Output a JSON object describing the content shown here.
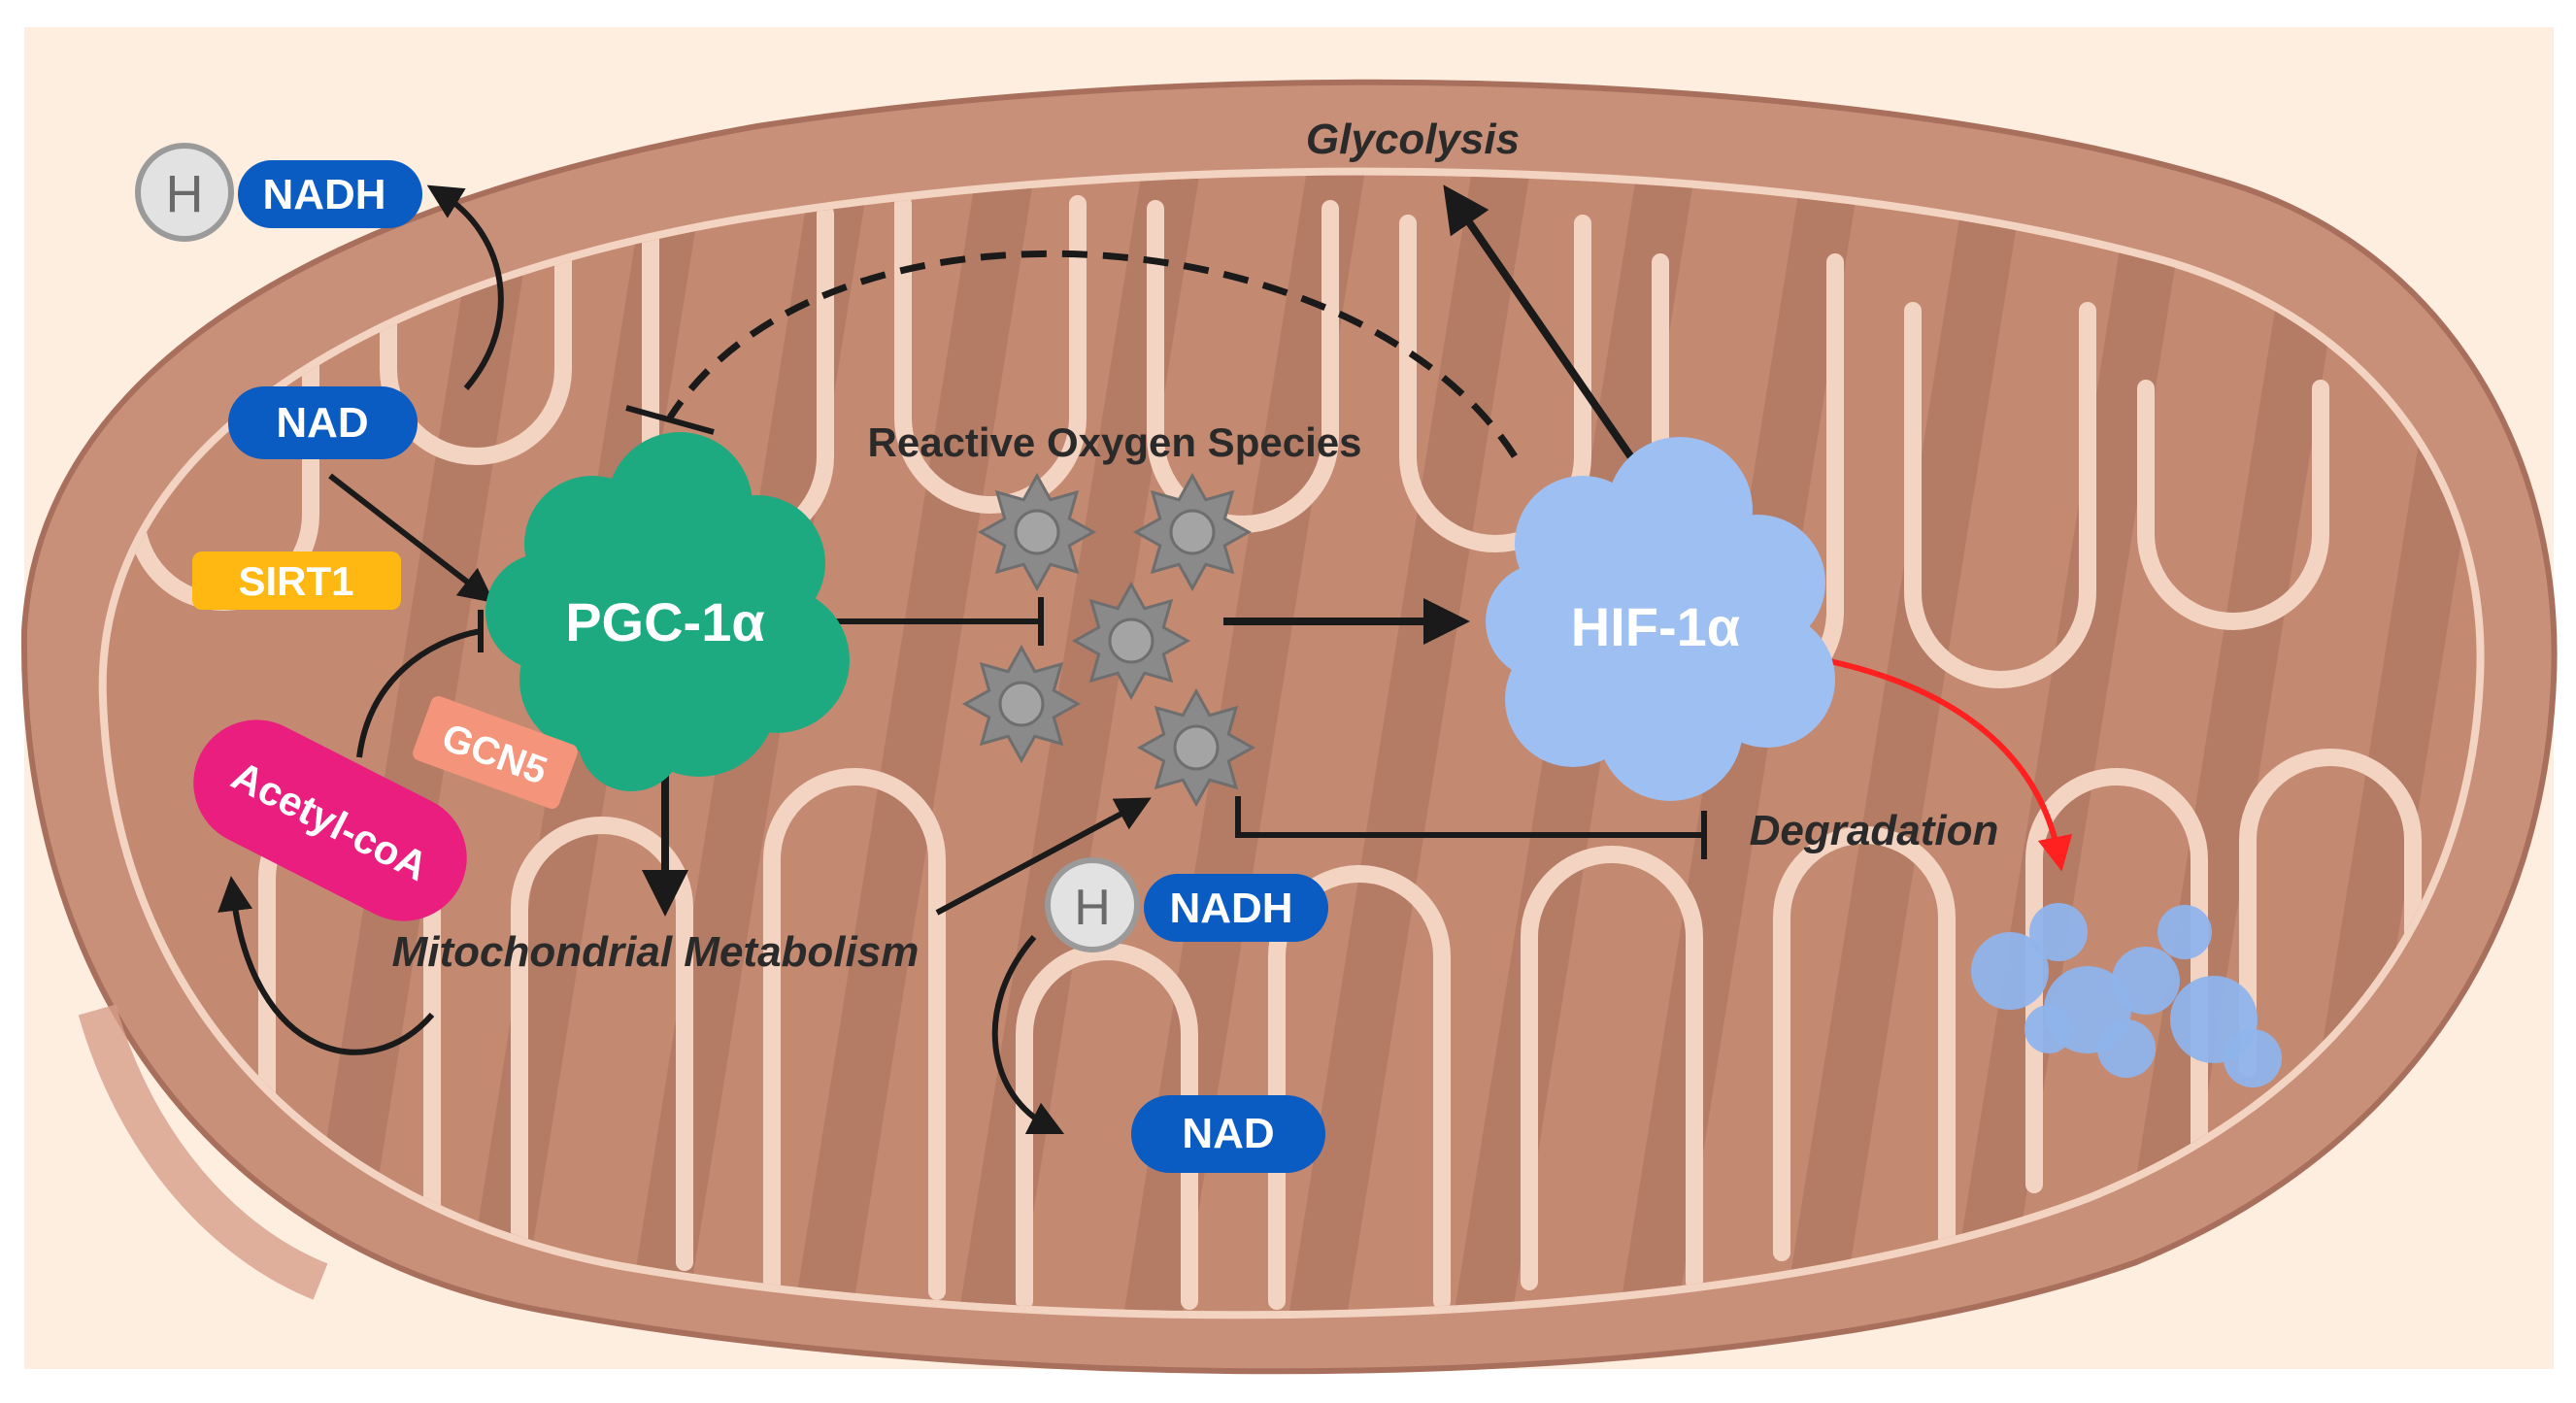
{
  "colors": {
    "background_panel": "#fdeee0",
    "outer_membrane": "#c99079",
    "membrane_edge": "#a8705c",
    "matrix": "#c48a71",
    "matrix_dark": "#a06651",
    "inner_membrane_line": "#f3d3c2",
    "arrow": "#1a1a1a",
    "red_arrow": "#ff2020",
    "pill_blue": "#0a5cc2",
    "sirt1_yellow": "#ffb811",
    "acetyl_pink": "#e91e7e",
    "gcn5_salmon": "#f4957b",
    "pgc_green": "#1eaa80",
    "hif_blue": "#9dbff2",
    "ros_gray": "#8a8a8a"
  },
  "labels": {
    "nadh_top": "NADH",
    "h_top": "H",
    "nad_top": "NAD",
    "sirt1": "SIRT1",
    "acetyl_coa": "Acetyl-coA",
    "gcn5": "GCN5",
    "pgc1a": "PGC-1α",
    "ros": "Reactive Oxygen Species",
    "hif1a": "HIF-1α",
    "glycolysis": "Glycolysis",
    "degradation": "Degradation",
    "mito_metabolism": "Mitochondrial Metabolism",
    "nadh_bottom": "NADH",
    "h_bottom": "H",
    "nad_bottom": "NAD"
  }
}
